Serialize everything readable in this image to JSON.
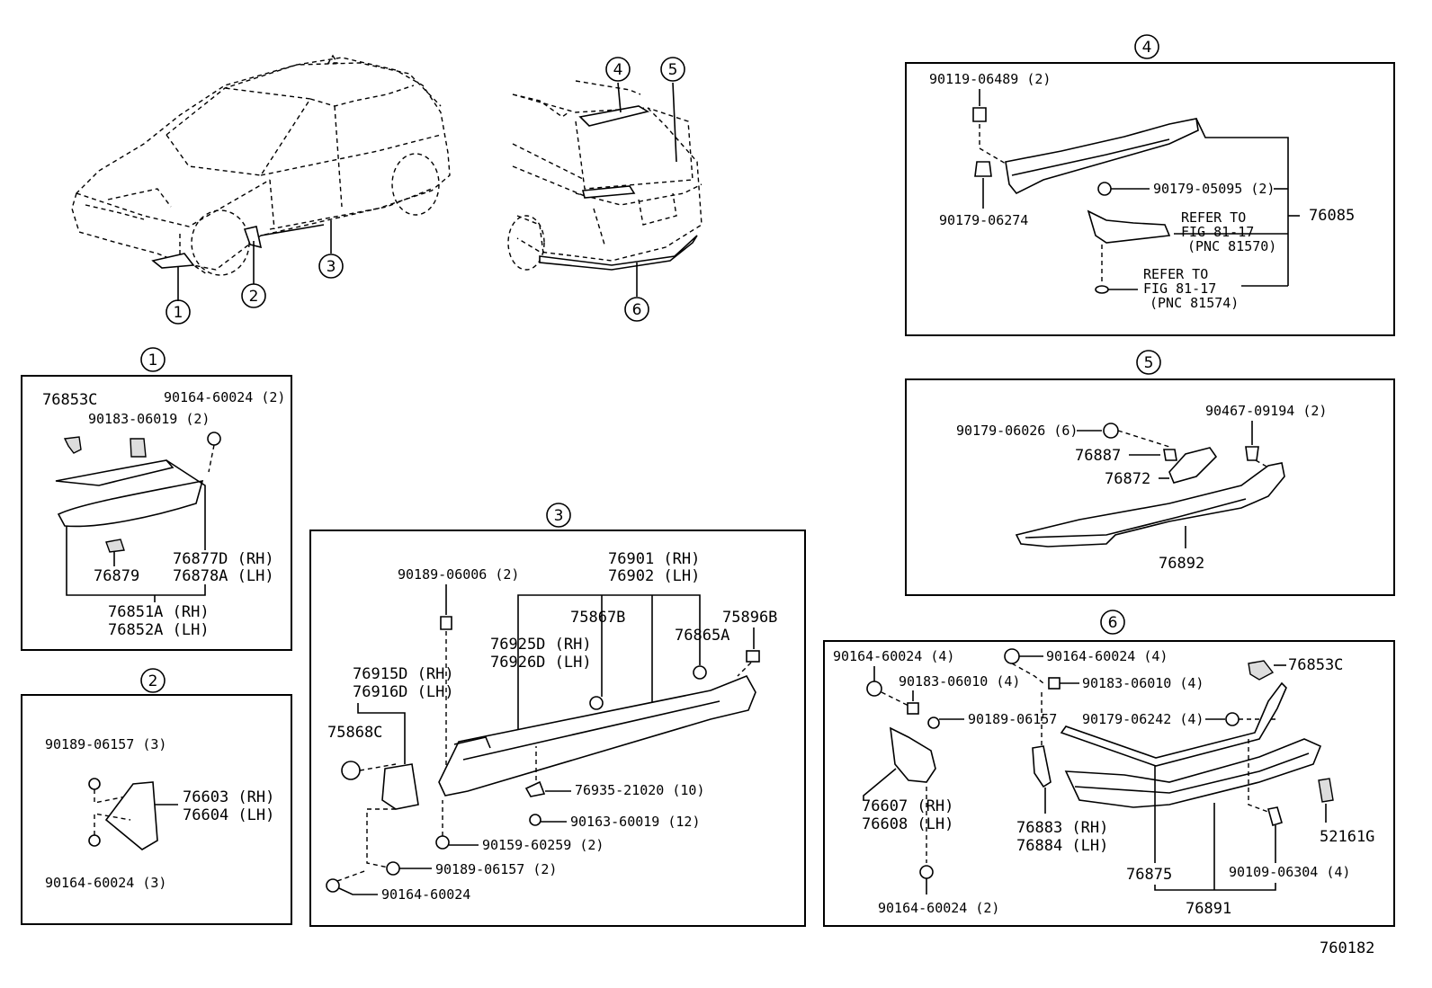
{
  "figure_number": "760182",
  "overview": {
    "callouts": [
      "1",
      "2",
      "3",
      "4",
      "5",
      "6"
    ]
  },
  "panel1": {
    "callout": "1",
    "labels": {
      "p76853C": "76853C",
      "p90164": "90164-60024 (2)",
      "p90183": "90183-06019 (2)",
      "p76877D": "76877D (RH)",
      "p76878A": "76878A (LH)",
      "p76879": "76879",
      "p76851A": "76851A (RH)",
      "p76852A": "76852A (LH)"
    }
  },
  "panel2": {
    "callout": "2",
    "labels": {
      "p90189": "90189-06157 (3)",
      "p76603": "76603 (RH)",
      "p76604": "76604 (LH)",
      "p90164": "90164-60024 (3)"
    }
  },
  "panel3": {
    "callout": "3",
    "labels": {
      "p90189a": "90189-06006 (2)",
      "p76901": "76901 (RH)",
      "p76902": "76902 (LH)",
      "p75867B": "75867B",
      "p75896B": "75896B",
      "p76925D": "76925D (RH)",
      "p76926D": "76926D (LH)",
      "p76865A": "76865A",
      "p76915D": "76915D (RH)",
      "p76916D": "76916D (LH)",
      "p75868C": "75868C",
      "p76935": "76935-21020 (10)",
      "p90163": "90163-60019 (12)",
      "p90159": "90159-60259 (2)",
      "p90189b": "90189-06157 (2)",
      "p90164": "90164-60024"
    }
  },
  "panel4": {
    "callout": "4",
    "labels": {
      "p90119": "90119-06489 (2)",
      "p90179a": "90179-05095 (2)",
      "p90179b": "90179-06274",
      "p76085": "76085",
      "ref1a": "REFER TO",
      "ref1b": "FIG 81-17",
      "ref1c": "(PNC 81570)",
      "ref2a": "REFER TO",
      "ref2b": "FIG 81-17",
      "ref2c": "(PNC 81574)"
    }
  },
  "panel5": {
    "callout": "5",
    "labels": {
      "p90179": "90179-06026 (6)",
      "p90467": "90467-09194 (2)",
      "p76887": "76887",
      "p76872": "76872",
      "p76892": "76892"
    }
  },
  "panel6": {
    "callout": "6",
    "labels": {
      "p90164a": "90164-60024 (4)",
      "p90164b": "90164-60024 (4)",
      "p90183a": "90183-06010 (4)",
      "p90183b": "90183-06010 (4)",
      "p76853C": "76853C",
      "p90189": "90189-06157",
      "p90179": "90179-06242 (4)",
      "p76607": "76607 (RH)",
      "p76608": "76608 (LH)",
      "p76883": "76883 (RH)",
      "p76884": "76884 (LH)",
      "p52161G": "52161G",
      "p76875": "76875",
      "p90109": "90109-06304 (4)",
      "p76891": "76891",
      "p90164c": "90164-60024 (2)"
    }
  }
}
